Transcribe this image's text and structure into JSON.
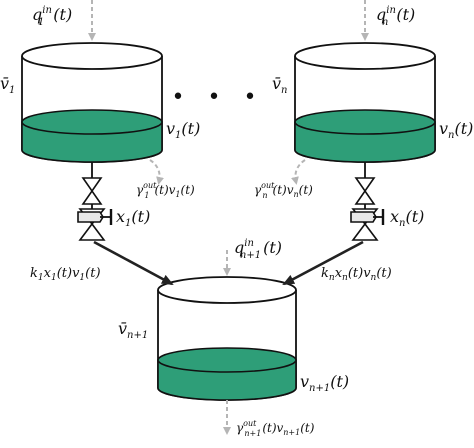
{
  "colors": {
    "liquid": "#2e9e78",
    "outline": "#111111",
    "dashed_arrow": "#b5b5b5",
    "flow_arrow": "#222222"
  },
  "labels": {
    "q1_in": {
      "base": "q",
      "sub": "1",
      "sup": "in",
      "arg": "(t)"
    },
    "qn_in": {
      "base": "q",
      "sub": "n",
      "sup": "in",
      "arg": "(t)"
    },
    "qn1_in": {
      "base": "q",
      "sub": "n+1",
      "sup": "in",
      "arg": "(t)"
    },
    "vbar1": {
      "base": "v̄",
      "sub": "1"
    },
    "vbarn": {
      "base": "v̄",
      "sub": "n"
    },
    "vbarn1": {
      "base": "v̄",
      "sub": "n+1"
    },
    "v1": {
      "base": "v",
      "sub": "1",
      "arg": "(t)"
    },
    "vn": {
      "base": "v",
      "sub": "n",
      "arg": "(t)"
    },
    "vn1": {
      "base": "v",
      "sub": "n+1",
      "arg": "(t)"
    },
    "g1": {
      "base": "γ",
      "sub": "1",
      "sup": "out",
      "rest_base": "(t)v",
      "rest_sub": "1",
      "rest_arg": "(t)"
    },
    "gn": {
      "base": "γ",
      "sub": "n",
      "sup": "out",
      "rest_base": "(t)v",
      "rest_sub": "n",
      "rest_arg": "(t)"
    },
    "gn1": {
      "base": "γ",
      "sub": "n+1",
      "sup": "out",
      "rest_base": "(t)v",
      "rest_sub": "n+1",
      "rest_arg": "(t)"
    },
    "x1": {
      "base": "x",
      "sub": "1",
      "arg": "(t)"
    },
    "xn": {
      "base": "x",
      "sub": "n",
      "arg": "(t)"
    },
    "f1": {
      "k": "k",
      "k_sub": "1",
      "x": "x",
      "x_sub": "1",
      "mid": "(t)v",
      "v_sub": "1",
      "arg": "(t)"
    },
    "fn": {
      "k": "k",
      "k_sub": "n",
      "x": "x",
      "x_sub": "n",
      "mid": "(t)v",
      "v_sub": "n",
      "arg": "(t)"
    }
  },
  "ellipsis": "• • •"
}
